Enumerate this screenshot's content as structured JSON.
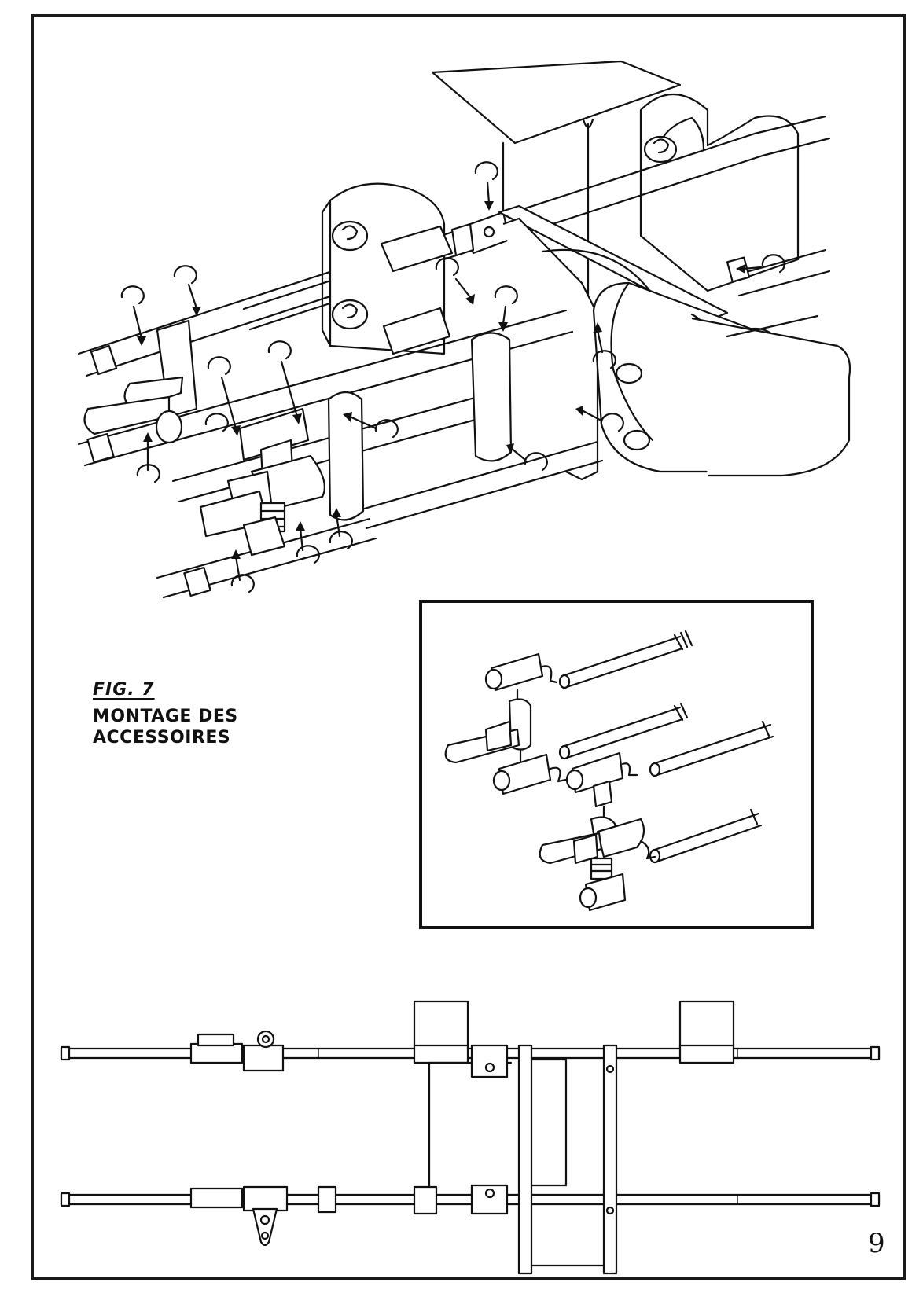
{
  "figure": {
    "number_label": "FIG. 7",
    "title_lines": [
      "MONTAGE DES",
      "ACCESSOIRES"
    ]
  },
  "page_number": "9",
  "icons": {
    "clip": "e-clip-icon",
    "arrow": "arrow-icon"
  }
}
